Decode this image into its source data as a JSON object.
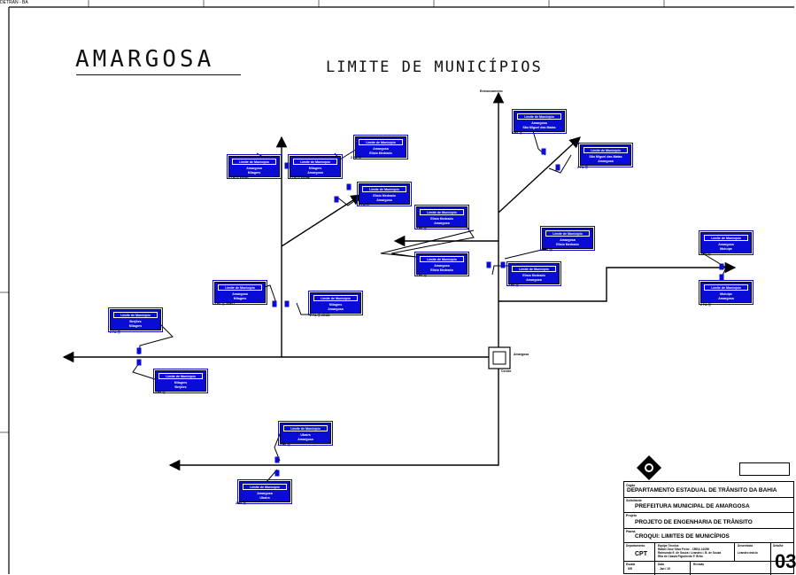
{
  "drawing": {
    "title": "AMARGOSA",
    "subtitle": "LIMITE DE MUNICÍPIOS",
    "town_labels": {
      "top": "Entroncamento",
      "right": "Amargosa",
      "bottom": "Centro"
    }
  },
  "signs": [
    {
      "header": "Limite de Município",
      "lines": [
        "Amargosa",
        "Milagres"
      ],
      "caption": "2 PA ⓪ 25/KD"
    },
    {
      "header": "Limite de Município",
      "lines": [
        "Milagres",
        "Amargosa"
      ],
      "caption": "2 PA ⓪ 25/KD"
    },
    {
      "header": "Limite de Município",
      "lines": [
        "Amargosa",
        "Elísio Medrado"
      ],
      "caption": "2 PA ⓪"
    },
    {
      "header": "Limite de Município",
      "lines": [
        "Elísio Medrado",
        "Amargosa"
      ],
      "caption": "2 PA ⓪"
    },
    {
      "header": "Limite de Município",
      "lines": [
        "Amargosa",
        "São Miguel das Matas"
      ],
      "caption": "2 PA ⓪"
    },
    {
      "header": "Limite de Município",
      "lines": [
        "São Miguel das Matas",
        "Amargosa"
      ],
      "caption": "2 PA ⓪"
    },
    {
      "header": "Limite de Município",
      "lines": [
        "Elísio Medrado",
        "Amargosa"
      ],
      "caption": "2 PA ⓪"
    },
    {
      "header": "Limite de Município",
      "lines": [
        "Amargosa",
        "Elísio Medrado"
      ],
      "caption": "2 PA ⓪"
    },
    {
      "header": "Limite de Município",
      "lines": [
        "Amargosa",
        "Elísio Medrado"
      ],
      "caption": "2 PA ⓪"
    },
    {
      "header": "Limite de Município",
      "lines": [
        "Elísio Medrado",
        "Amargosa"
      ],
      "caption": "2 PA ⓪"
    },
    {
      "header": "Limite de Município",
      "lines": [
        "Amargosa",
        "Mutuípe"
      ],
      "caption": "2 PA ⓪"
    },
    {
      "header": "Limite de Município",
      "lines": [
        "Mutuípe",
        "Amargosa"
      ],
      "caption": "2 PA ⓪"
    },
    {
      "header": "Limite de Município",
      "lines": [
        "Amargosa",
        "Milagres"
      ],
      "caption": "2 PA ⓪ 25/KD"
    },
    {
      "header": "Limite de Município",
      "lines": [
        "Milagres",
        "Amargosa"
      ],
      "caption": "2 PA ⓪ 25/KD"
    },
    {
      "header": "Limite de Município",
      "lines": [
        "Brejões",
        "Milagres"
      ],
      "caption": "2 PA ⓪"
    },
    {
      "header": "Limite de Município",
      "lines": [
        "Milagres",
        "Brejões"
      ],
      "caption": "2 PA ⓪"
    },
    {
      "header": "Limite de Município",
      "lines": [
        "Ubaíra",
        "Amargosa"
      ],
      "caption": "2 PA ⓪"
    },
    {
      "header": "Limite de Município",
      "lines": [
        "Amargosa",
        "Ubaíra"
      ],
      "caption": "2 PA ⓪"
    }
  ],
  "title_block": {
    "logo_text": "DETRAN - BA",
    "orgao_label": "Órgão",
    "orgao": "DEPARTAMENTO ESTADUAL DE TRÂNSITO DA BAHIA",
    "solicitante_label": "Solicitante",
    "solicitante": "PREFEITURA MUNICIPAL DE AMARGOSA",
    "projeto_label": "Projeto",
    "projeto": "PROJETO DE ENGENHARIA DE TRÂNSITO",
    "planta_label": "Planta",
    "planta": "CROQUI: LIMITES DE MUNICÍPIOS",
    "departamento_label": "Departamento",
    "departamento": "CPT",
    "equipe_label": "Equipe Técnica",
    "equipe": [
      "Rafael José Silva Freire - CREA 14/250",
      "Raimundo E. de Souza / Leandro I. B. de Souza",
      "Rita de Cássia Figueiredo F. Brito"
    ],
    "desenhista_label": "Desenhista",
    "desenhista": "Leandro Inácio",
    "detalhe_label": "Detalhe",
    "detalhe": "03",
    "escala_label": "Escala",
    "escala": "S/E",
    "data_label": "Data",
    "data": "Jan / 19",
    "revisao_label": "Revisão"
  }
}
